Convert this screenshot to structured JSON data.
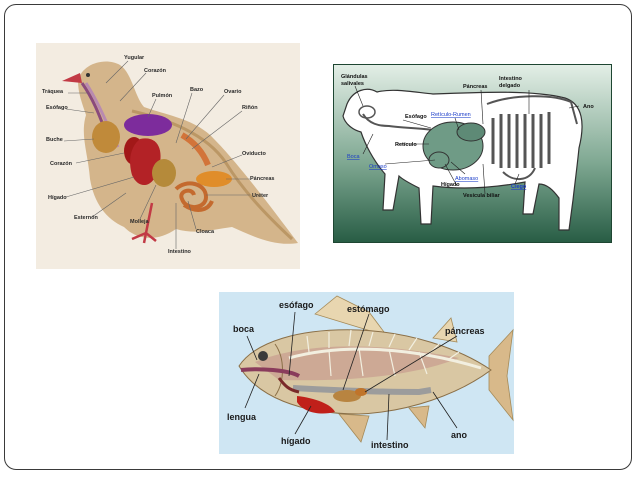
{
  "bird": {
    "labels": {
      "yugular": "Yugular",
      "corazon_top": "Corazón",
      "traquea": "Tráquea",
      "esofago": "Esófago",
      "pulmon": "Pulmón",
      "bazo": "Bazo",
      "ovario": "Ovario",
      "rinon": "Riñón",
      "buche": "Buche",
      "oviducto": "Oviducto",
      "corazon": "Corazón",
      "pancreas": "Páncreas",
      "higado": "Hígado",
      "ureter": "Uréter",
      "esternon": "Esternón",
      "molleja": "Molleja",
      "cloaca": "Cloaca",
      "intestino": "Intestino"
    }
  },
  "cow": {
    "labels": {
      "glandulas": "Glándulas",
      "salivales": "salivales",
      "pancreas": "Páncreas",
      "intestino": "Intestino",
      "delgado": "delgado",
      "ano": "Ano",
      "esofago": "Esófago",
      "reticulo_rumen": "Retículo-Rumen",
      "reticulo": "Retículo",
      "boca": "Boca",
      "omaso": "Omaso",
      "abomaso": "Abomaso",
      "higado": "Hígado",
      "ciego": "Ciego",
      "vesicula": "Vesícula biliar"
    }
  },
  "fish": {
    "labels": {
      "esofago": "esófago",
      "estomago": "estómago",
      "pancreas": "páncreas",
      "boca": "boca",
      "lengua": "lengua",
      "higado": "hígado",
      "intestino": "intestino",
      "ano": "ano"
    }
  }
}
